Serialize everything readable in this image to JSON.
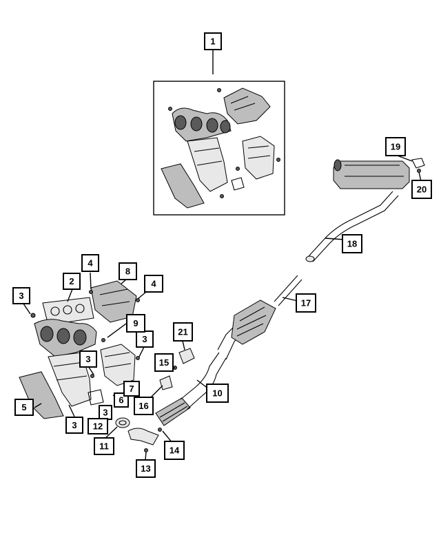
{
  "callouts": {
    "c1": "1",
    "c2": "2",
    "c3a": "3",
    "c3b": "3",
    "c3c": "3",
    "c3d": "3",
    "c3e": "3",
    "c4a": "4",
    "c4b": "4",
    "c5": "5",
    "c6": "6",
    "c7": "7",
    "c8": "8",
    "c9": "9",
    "c10": "10",
    "c11": "11",
    "c12": "12",
    "c13": "13",
    "c14": "14",
    "c15": "15",
    "c16": "16",
    "c17": "17",
    "c18": "18",
    "c19": "19",
    "c20": "20",
    "c21": "21"
  }
}
